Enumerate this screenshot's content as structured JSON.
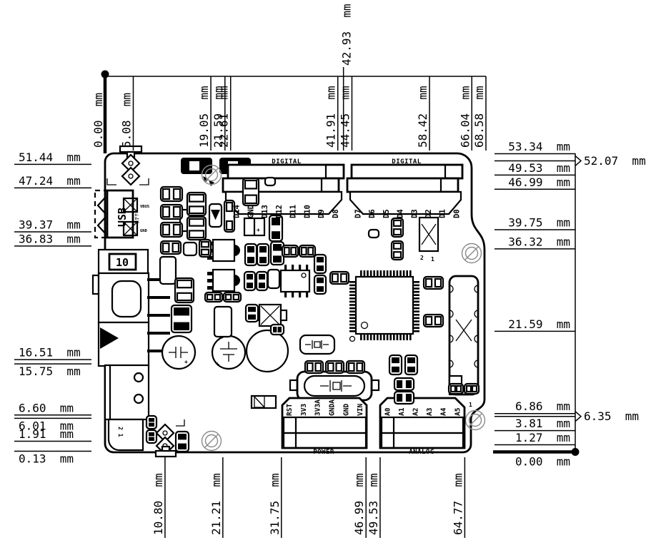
{
  "drawing": {
    "unit": "mm",
    "dimensions": {
      "top": [
        {
          "value": "0.00",
          "origin": true
        },
        {
          "value": "5.08"
        },
        {
          "value": "19.05"
        },
        {
          "value": "21.59"
        },
        {
          "value": "22.61"
        },
        {
          "value": "41.91"
        },
        {
          "value": "42.93",
          "placement": "above"
        },
        {
          "value": "44.45"
        },
        {
          "value": "58.42"
        },
        {
          "value": "66.04"
        },
        {
          "value": "68.58"
        }
      ],
      "left": [
        {
          "value": "51.44"
        },
        {
          "value": "47.24"
        },
        {
          "value": "39.37"
        },
        {
          "value": "36.83"
        },
        {
          "value": "16.51"
        },
        {
          "value": "15.75",
          "placement": "below"
        },
        {
          "value": "6.60"
        },
        {
          "value": "6.01",
          "placement": "below"
        },
        {
          "value": "1.91"
        },
        {
          "value": "0.13",
          "placement": "below"
        }
      ],
      "right": [
        {
          "value": "53.34"
        },
        {
          "value": "52.07",
          "placement": "bracket"
        },
        {
          "value": "49.53"
        },
        {
          "value": "46.99"
        },
        {
          "value": "39.75"
        },
        {
          "value": "36.32"
        },
        {
          "value": "21.59"
        },
        {
          "value": "6.86"
        },
        {
          "value": "6.35",
          "placement": "bracket"
        },
        {
          "value": "3.81"
        },
        {
          "value": "1.27"
        },
        {
          "value": "0.00",
          "placement": "below",
          "origin": true
        }
      ],
      "bottom": [
        {
          "value": "10.80"
        },
        {
          "value": "21.21"
        },
        {
          "value": "31.75"
        },
        {
          "value": "46.99"
        },
        {
          "value": "49.53"
        },
        {
          "value": "64.77"
        }
      ]
    }
  },
  "board": {
    "silkscreen": {
      "digital_left": {
        "label": "DIGITAL",
        "pins": [
          "D14",
          "GND",
          "D13",
          "D12",
          "D11",
          "D10",
          "D9",
          "D8"
        ]
      },
      "digital_right": {
        "label": "DIGITAL",
        "pins": [
          "D7",
          "D6",
          "D5",
          "D4",
          "D3",
          "D2",
          "D1",
          "D0"
        ]
      },
      "power": {
        "label": "POWER",
        "pins": [
          "RST",
          "3V3",
          "3V3A",
          "GNDA",
          "GND",
          "VIN"
        ]
      },
      "analog": {
        "label": "ANALOG",
        "pins": [
          "A0",
          "A1",
          "A2",
          "A3",
          "A4",
          "A5"
        ]
      },
      "usb": {
        "label": "USB",
        "signals": [
          "VBUS",
          "D-",
          "D+",
          "ID",
          "GND"
        ]
      },
      "fuse_value": "10",
      "dc_jack_pins": "2 1",
      "suppressor_pins": "2 1",
      "edge_connector_pins": "2 1"
    }
  }
}
